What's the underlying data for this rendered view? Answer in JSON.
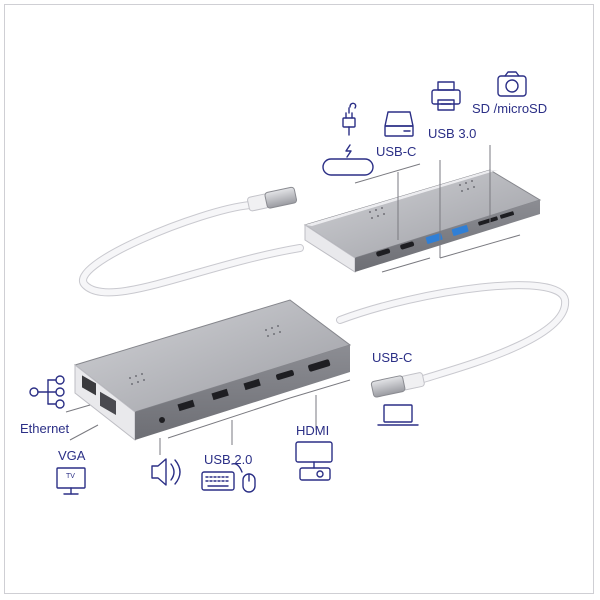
{
  "labels": {
    "usbc_top": "USB-C",
    "usb30": "USB 3.0",
    "sd": "SD /microSD",
    "usbc_right": "USB-C",
    "ethernet": "Ethernet",
    "vga": "VGA",
    "vga_tv": "TV",
    "usb20": "USB 2.0",
    "hdmi": "HDMI"
  },
  "colors": {
    "icon": "#2b2f86",
    "hub_body": "#a9aab0",
    "hub_light": "#c7c8cd",
    "hub_dark": "#7d7e84",
    "cable": "#f4f4f6",
    "usb3_port": "#2f7fd6",
    "leader_line": "#7a7a80"
  },
  "icons": [
    "power-plug-icon",
    "usb-c-port-icon",
    "hard-drive-icon",
    "printer-icon",
    "camera-icon",
    "network-icon",
    "tv-icon",
    "speaker-icon",
    "keyboard-icon",
    "mouse-icon",
    "projector-icon",
    "laptop-icon"
  ]
}
